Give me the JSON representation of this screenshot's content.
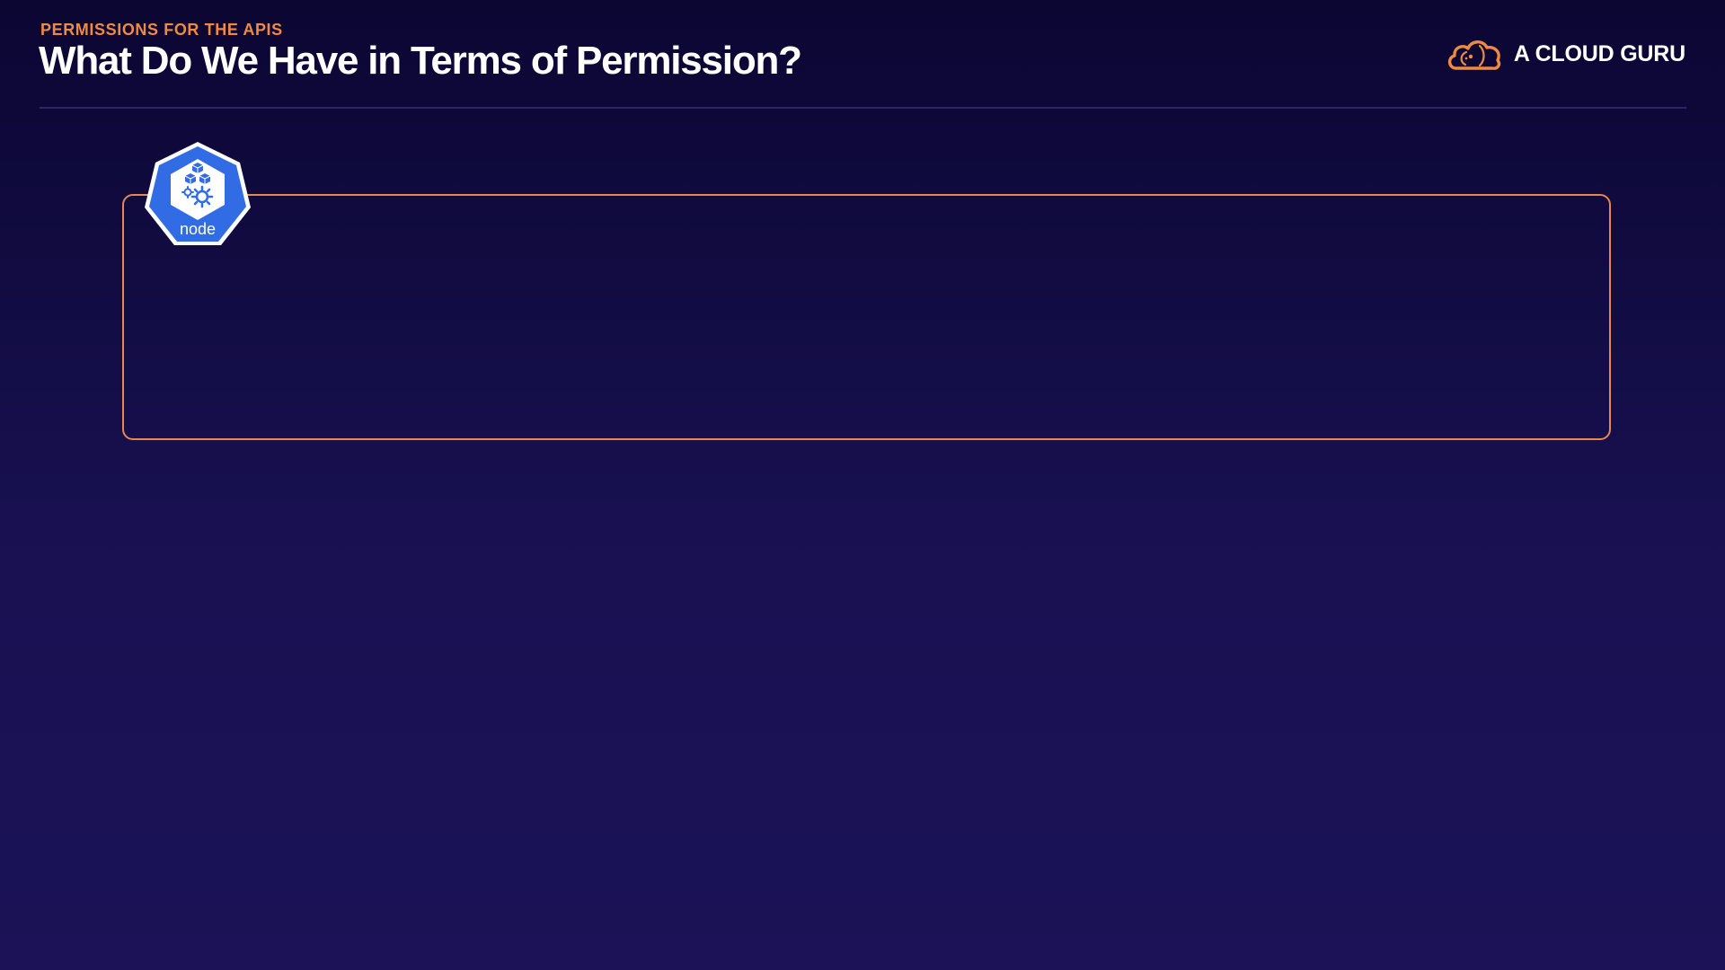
{
  "slide": {
    "eyebrow": "PERMISSIONS FOR THE APIS",
    "title": "What Do We Have in Terms of Permission?"
  },
  "brand": {
    "name": "A CLOUD GURU",
    "icon": "cloud-logo-icon"
  },
  "node": {
    "label": "node",
    "icon": "kubernetes-node-icon"
  },
  "colors": {
    "accent": "#f08a43",
    "box_border": "#e8884a",
    "node_blue": "#326ce5",
    "background_top": "#0b0632",
    "background_bottom": "#1b1257"
  }
}
